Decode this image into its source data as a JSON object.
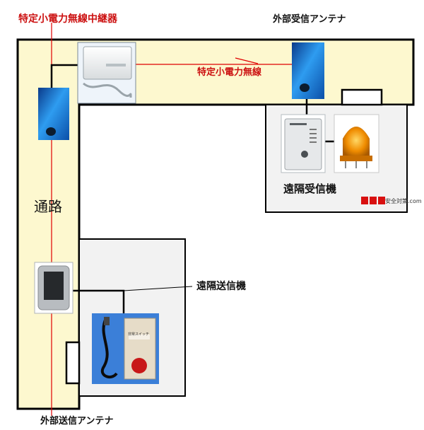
{
  "labels": {
    "relay_title": "特定小電力無線中継器",
    "receive_antenna": "外部受信アンテナ",
    "radio_link": "特定小電力無線",
    "corridor": "通路",
    "remote_receiver": "遠隔受信機",
    "remote_transmitter": "遠隔送信機",
    "transmit_antenna": "外部送信アンテナ",
    "brand_mark": "安全対策.com",
    "switch_label": "非常スイッチ"
  },
  "colors": {
    "corridor_fill": "#fdf8cf",
    "wall": "#000000",
    "radio_red": "#e00000",
    "label_red": "#cc1111",
    "room_fill": "#f2f2f2",
    "antenna_blue": "#1a7fe0",
    "lamp_orange": "#f08c00"
  },
  "icons": {
    "relay_device": "relay-box-icon",
    "antenna": "antenna-panel-icon",
    "receiver": "receiver-unit-icon",
    "warning_lamp": "rotating-lamp-icon",
    "transmitter": "transmitter-unit-icon",
    "emergency_switch": "emergency-stop-switch-icon"
  }
}
